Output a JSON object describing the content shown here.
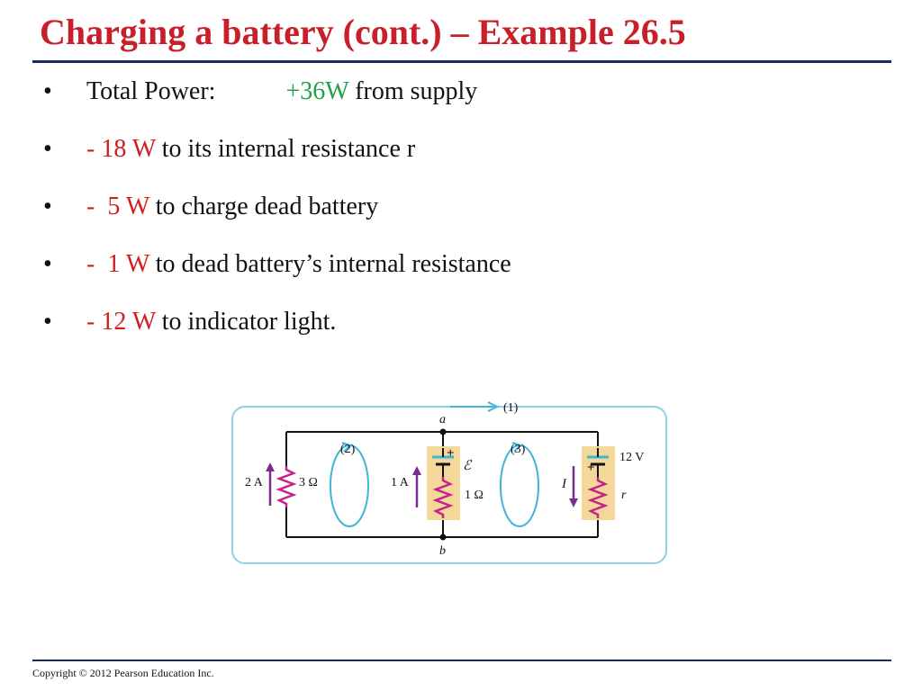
{
  "slide": {
    "title": "Charging a battery (cont.) – Example 26.5",
    "bullet_char": "•",
    "bullets": [
      {
        "prefix": "Total Power:",
        "value": "+36W",
        "text": " from supply"
      },
      {
        "value": "- 18 W",
        "text": " to its internal resistance r"
      },
      {
        "value": "-  5 W",
        "text": " to charge dead battery"
      },
      {
        "value": "-  1 W",
        "text": " to dead battery’s internal resistance"
      },
      {
        "value": "- 12 W",
        "text": " to indicator light."
      }
    ],
    "copyright": "Copyright © 2012 Pearson Education Inc."
  },
  "circuit": {
    "node_a": "a",
    "node_b": "b",
    "loop1": "(1)",
    "loop2": "(2)",
    "loop3": "(3)",
    "left_current": "2 A",
    "left_resistance": "3 Ω",
    "middle_current": "1 A",
    "middle_emf": "ℰ",
    "middle_resistance": "1 Ω",
    "right_voltage": "12 V",
    "right_current": "I",
    "right_resistance": "r",
    "plus": "+",
    "colors": {
      "frame": "#8fd0e8",
      "wire": "#111111",
      "resistor": "#c2248c",
      "battery_bg": "#f4d89a",
      "arrow": "#7a2d8c",
      "loop": "#3fb5d8"
    }
  }
}
